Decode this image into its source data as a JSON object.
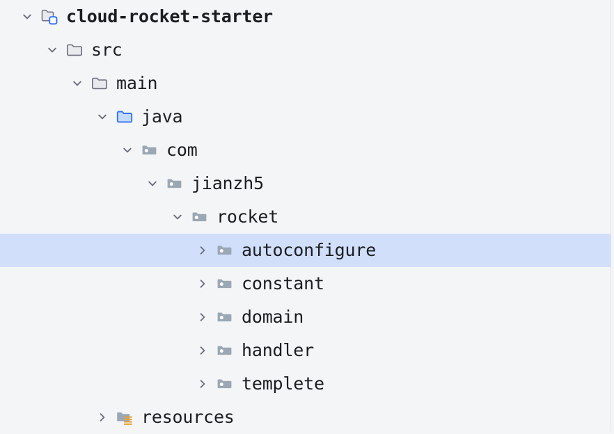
{
  "panel": {
    "name": "project-tool-window",
    "background_color": "#f4f5f7",
    "selection_color": "#d1dffb",
    "text_color": "#1b1d21"
  },
  "icon_colors": {
    "module_outline": "#6c707e",
    "module_badge": "#3574f0",
    "folder_outline": "#6c707e",
    "folder_fill": "#e8eaee",
    "source_root_outline": "#3574f0",
    "source_root_fill": "#c5d9fb",
    "package_fill": "#9aa7b4",
    "package_dot": "#ffffff",
    "resource_root_fill": "#9aa7b4",
    "resource_lines": "#e8a33d",
    "chevron": "#6c707e"
  },
  "tree": {
    "nodes": [
      {
        "label": "cloud-rocket-starter",
        "depth": 0,
        "icon": "module-icon",
        "twisty": "chevron-down-icon",
        "expanded": true,
        "selected": false,
        "bold": true
      },
      {
        "label": "src",
        "depth": 1,
        "icon": "folder-icon",
        "twisty": "chevron-down-icon",
        "expanded": true,
        "selected": false,
        "bold": false
      },
      {
        "label": "main",
        "depth": 2,
        "icon": "folder-icon",
        "twisty": "chevron-down-icon",
        "expanded": true,
        "selected": false,
        "bold": false
      },
      {
        "label": "java",
        "depth": 3,
        "icon": "source-root-icon",
        "twisty": "chevron-down-icon",
        "expanded": true,
        "selected": false,
        "bold": false
      },
      {
        "label": "com",
        "depth": 4,
        "icon": "package-icon",
        "twisty": "chevron-down-icon",
        "expanded": true,
        "selected": false,
        "bold": false
      },
      {
        "label": "jianzh5",
        "depth": 5,
        "icon": "package-icon",
        "twisty": "chevron-down-icon",
        "expanded": true,
        "selected": false,
        "bold": false
      },
      {
        "label": "rocket",
        "depth": 6,
        "icon": "package-icon",
        "twisty": "chevron-down-icon",
        "expanded": true,
        "selected": false,
        "bold": false
      },
      {
        "label": "autoconfigure",
        "depth": 7,
        "icon": "package-icon",
        "twisty": "chevron-right-icon",
        "expanded": false,
        "selected": true,
        "bold": false
      },
      {
        "label": "constant",
        "depth": 7,
        "icon": "package-icon",
        "twisty": "chevron-right-icon",
        "expanded": false,
        "selected": false,
        "bold": false
      },
      {
        "label": "domain",
        "depth": 7,
        "icon": "package-icon",
        "twisty": "chevron-right-icon",
        "expanded": false,
        "selected": false,
        "bold": false
      },
      {
        "label": "handler",
        "depth": 7,
        "icon": "package-icon",
        "twisty": "chevron-right-icon",
        "expanded": false,
        "selected": false,
        "bold": false
      },
      {
        "label": "templete",
        "depth": 7,
        "icon": "package-icon",
        "twisty": "chevron-right-icon",
        "expanded": false,
        "selected": false,
        "bold": false
      },
      {
        "label": "resources",
        "depth": 3,
        "icon": "resource-root-icon",
        "twisty": "chevron-right-icon",
        "expanded": false,
        "selected": false,
        "bold": false
      }
    ]
  }
}
